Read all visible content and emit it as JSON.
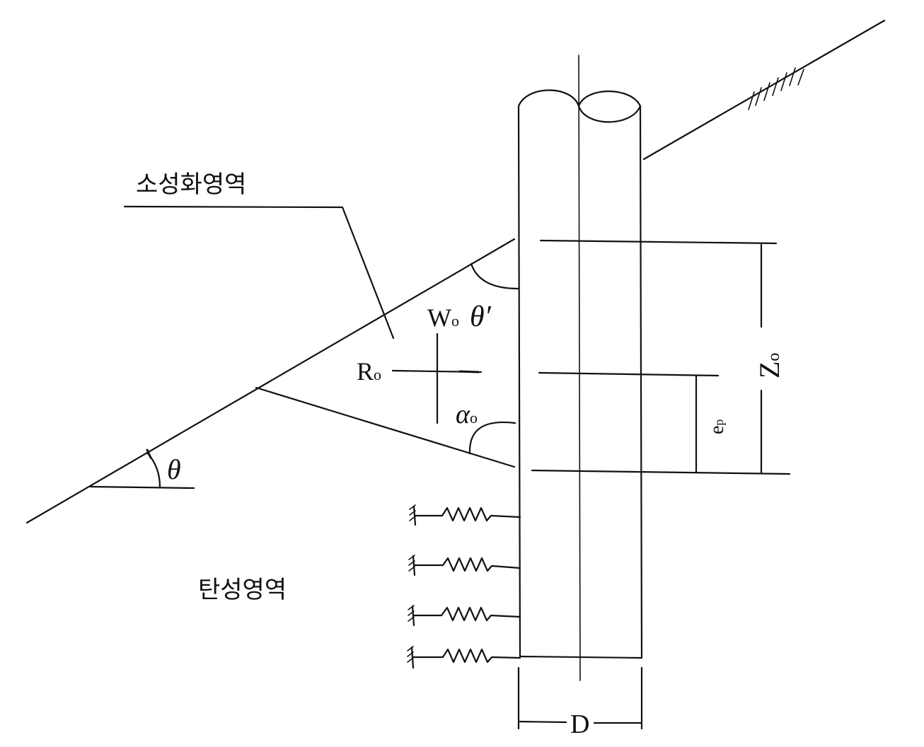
{
  "labels": {
    "plastic_zone": "소성화영역",
    "elastic_zone": "탄성영역",
    "W": "W",
    "W_sub": "o",
    "theta_prime": "θ′",
    "R": "R",
    "R_sub": "o",
    "alpha": "α",
    "alpha_sub": "o",
    "theta": "θ",
    "Z": "Z",
    "Z_sub": "o",
    "e": "e",
    "e_sub": "p",
    "D": "D"
  }
}
